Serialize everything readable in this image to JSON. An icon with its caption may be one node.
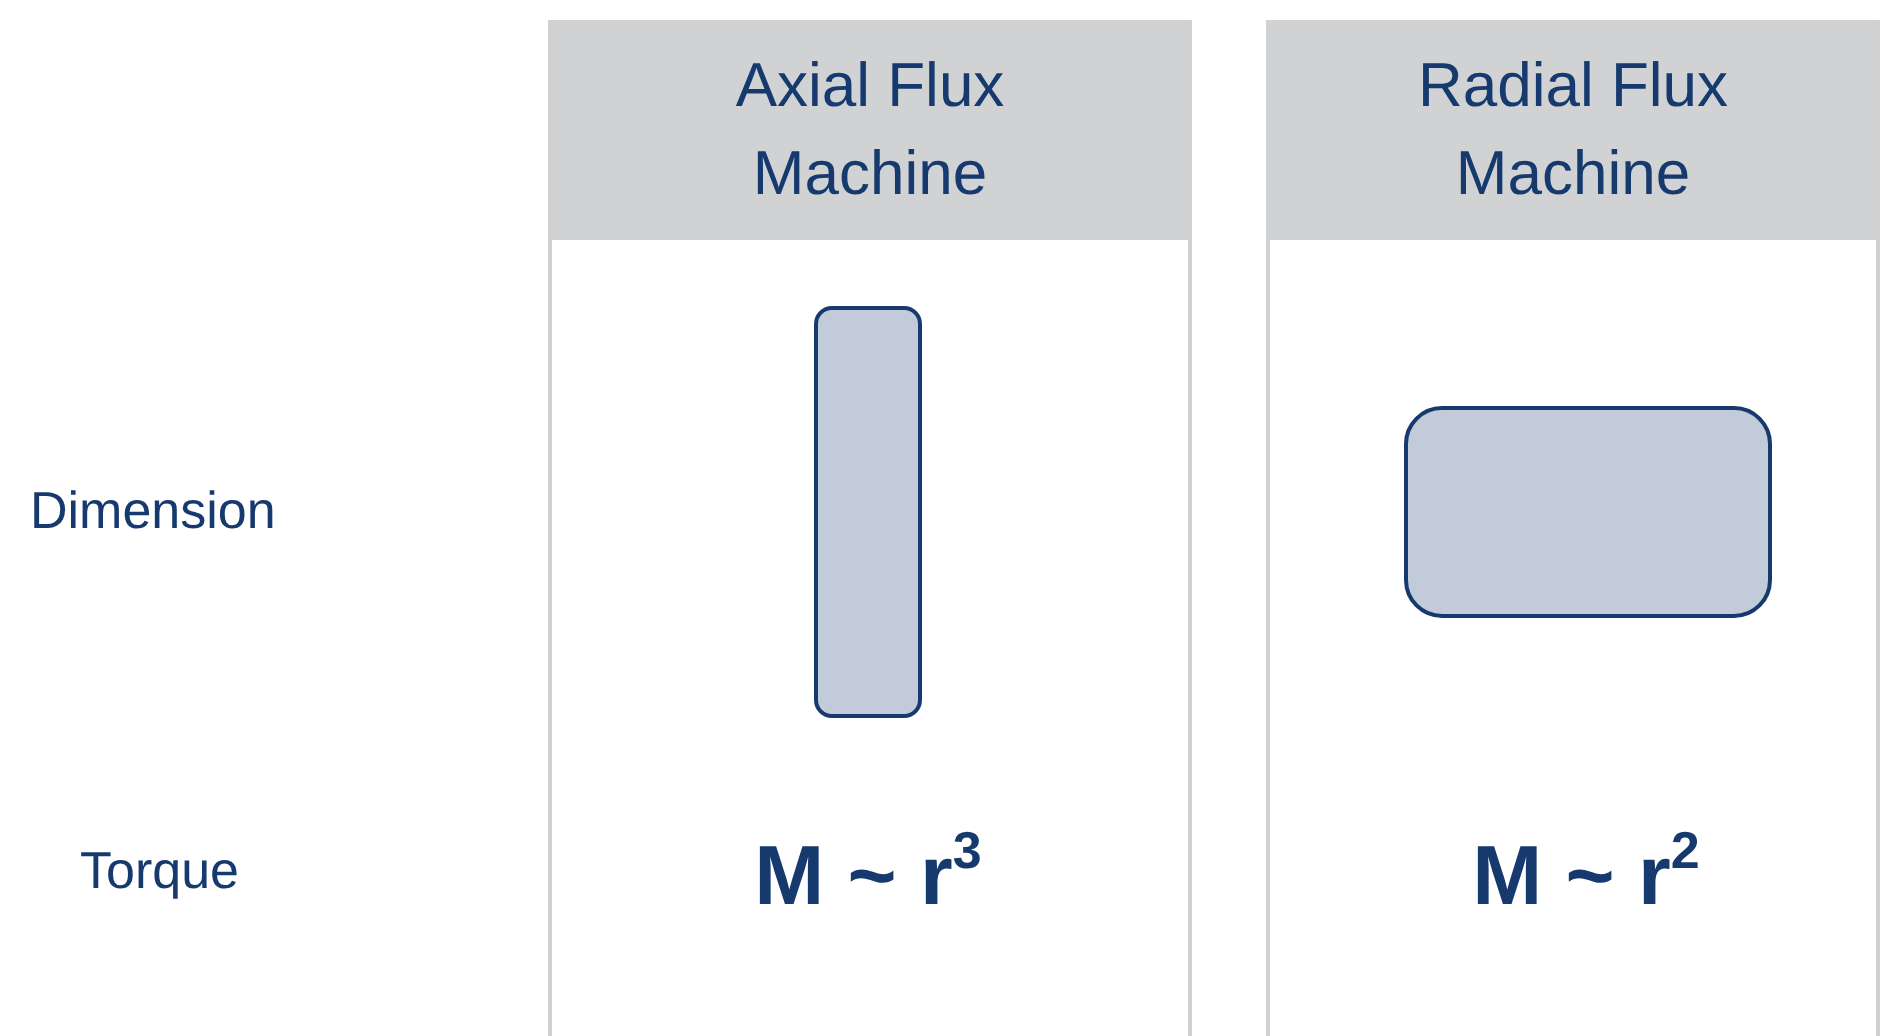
{
  "diagram": {
    "nodes": [
      {
        "text": [],
        "shape": "box"
      },
      {
        "text": [],
        "shape": "box"
      }
    ],
    "labels": [
      "Axial Flux Machine",
      "Radial Flux Machine",
      "Dimension",
      "Torque",
      "M ~ r$^{3}$",
      "M ~ r$^{2}$"
    ]
  }
}
